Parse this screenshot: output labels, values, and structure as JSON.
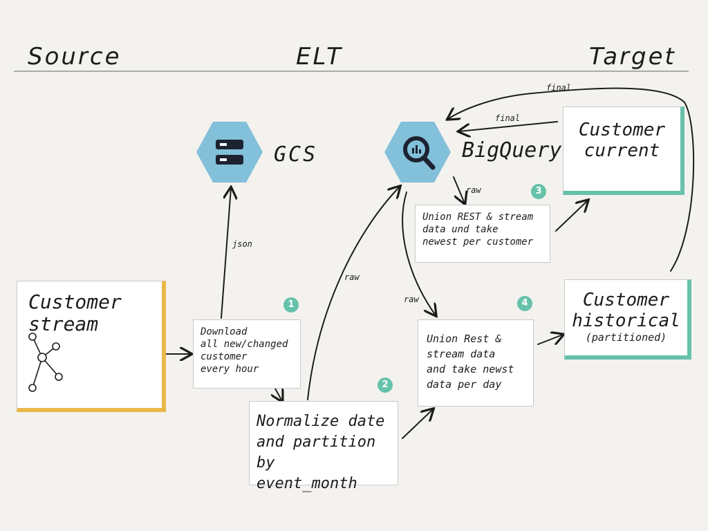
{
  "header": {
    "source": "Source",
    "elt": "ELT",
    "target": "Target"
  },
  "colors": {
    "accent_teal": "#66c2aa",
    "accent_yellow": "#e8b84a",
    "hex_blue": "#6fb7d6"
  },
  "nodes": {
    "customer_stream": "Customer\nstream",
    "gcs_label": "GCS",
    "bigquery_label": "BigQuery",
    "download": "Download\nall new/changed\ncustomer\nevery hour",
    "normalize": "Normalize date\nand partition by\nevent_month",
    "union_rest_stream": "Union REST & stream\ndata und take\nnewest per customer",
    "union_rest_day": "Union Rest &\nstream data\nand take newst\ndata per day",
    "customer_current": "Customer\ncurrent",
    "customer_historical": "Customer\nhistorical",
    "customer_historical_sub": "(partitioned)"
  },
  "badges": [
    "1",
    "2",
    "3",
    "4"
  ],
  "arrow_labels": {
    "json": "json",
    "raw1": "raw",
    "raw2": "raw",
    "raw3": "raw",
    "final1": "final",
    "final2": "final"
  },
  "icons": {
    "gcs": "storage-icon",
    "bigquery": "magnifier-chart-icon"
  }
}
